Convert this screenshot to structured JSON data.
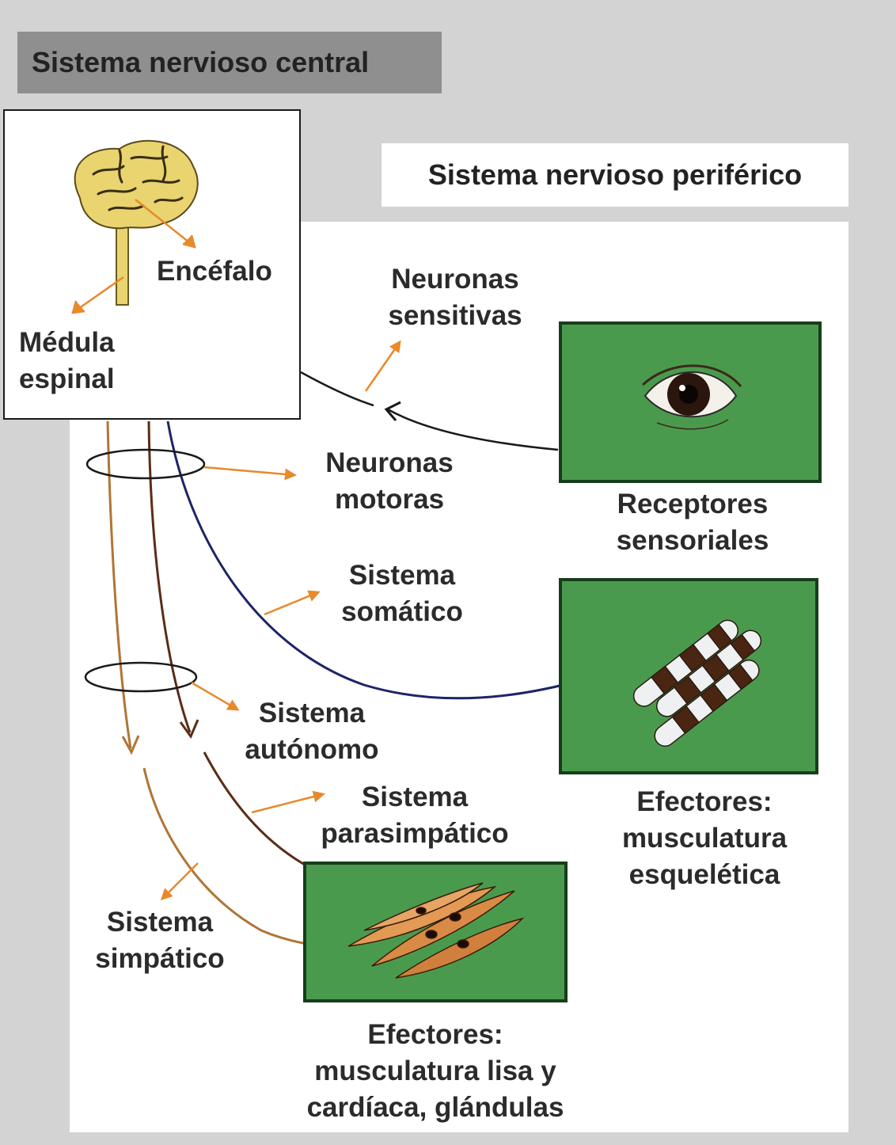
{
  "headers": {
    "central": "Sistema nervioso central",
    "peripheral": "Sistema nervioso periférico"
  },
  "labels": {
    "encefalo": "Encéfalo",
    "medula": [
      "Médula",
      "espinal"
    ],
    "neuronas_sensitivas": [
      "Neuronas",
      "sensitivas"
    ],
    "neuronas_motoras": [
      "Neuronas",
      "motoras"
    ],
    "receptores": [
      "Receptores",
      "sensoriales"
    ],
    "sistema_somatico": [
      "Sistema",
      "somático"
    ],
    "sistema_autonomo": [
      "Sistema",
      "autónomo"
    ],
    "sistema_parasimpatico": [
      "Sistema",
      "parasimpático"
    ],
    "sistema_simpatico": [
      "Sistema",
      "simpático"
    ],
    "efectores_esqueletica": [
      "Efectores:",
      "musculatura",
      "esquelética"
    ],
    "efectores_lisa": [
      "Efectores:",
      "musculatura lisa y",
      "cardíaca, glándulas"
    ]
  },
  "colors": {
    "outer_bg": "#d3d3d3",
    "inner_bg": "#ffffff",
    "header_central_bg": "#8f8f8f",
    "panel_green": "#4a9a4e",
    "panel_border": "#173d1a",
    "pointer_orange": "#e8892b",
    "somatic_blue": "#1e2466",
    "sympathetic_brown": "#b07536",
    "parasympathetic_brown": "#5b2d17",
    "sensory_black": "#1a1a1a"
  }
}
